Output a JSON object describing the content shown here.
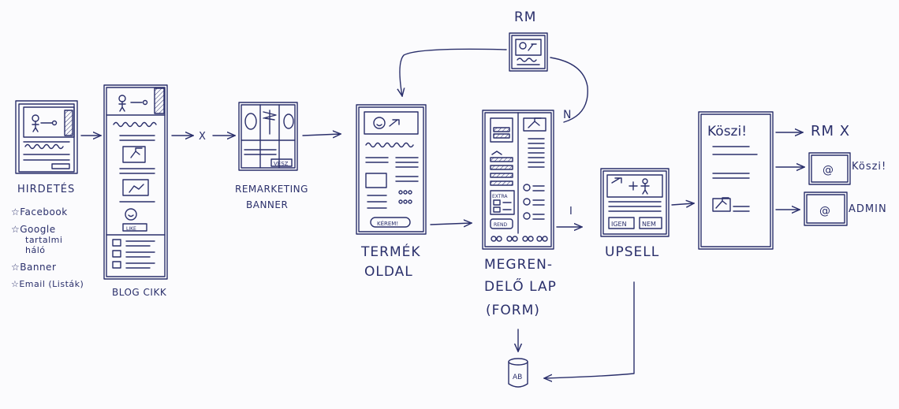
{
  "colors": {
    "ink": "#2a2f6b",
    "paper": "#fbfbfd",
    "shade": "#8b8fb8"
  },
  "sources": {
    "title": "HIRDETÉS",
    "items": [
      "☆Facebook",
      "☆Google",
      "tartalmi",
      "háló",
      "☆Banner",
      "☆Email (Listák)"
    ]
  },
  "blog": {
    "label": "BLOG CIKK",
    "button": "LIKE"
  },
  "remarketing": {
    "label_line1": "REMARKETING",
    "label_line2": "BANNER",
    "button": "VESZ"
  },
  "product": {
    "label_line1": "TERMÉK",
    "label_line2": "OLDAL",
    "button": "KÉREM!"
  },
  "order": {
    "label_line1": "MEGREN-",
    "label_line2": "DELŐ LAP",
    "label_line3": "(FORM)",
    "extra_box": "EXTRA",
    "button": "REND"
  },
  "rm_top": {
    "label": "RM"
  },
  "flow": {
    "x_mark": "X",
    "n_mark": "N",
    "i_mark": "I"
  },
  "upsell": {
    "label": "UPSELL",
    "yes": "IGEN",
    "no": "NEM"
  },
  "thanks": {
    "title": "Köszi!"
  },
  "outputs": {
    "rm": "RM X",
    "mail1_label": "Köszi!",
    "mail2_label": "ADMIN",
    "at": "@"
  },
  "db": {
    "label": "AB"
  }
}
